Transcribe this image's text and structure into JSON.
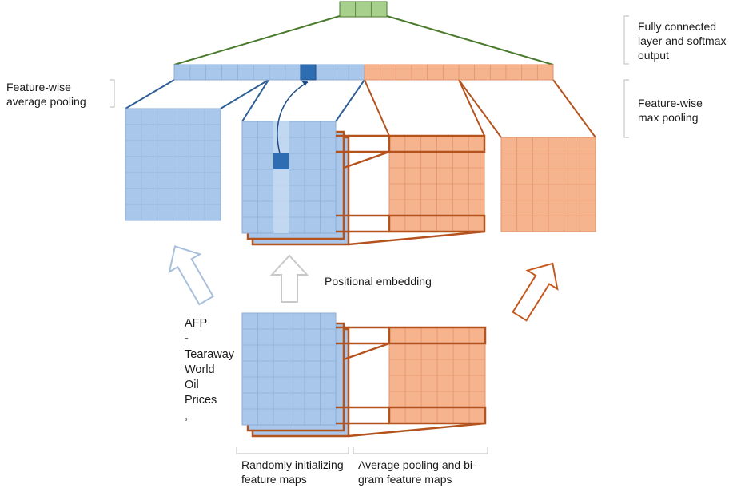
{
  "labels": {
    "fully_connected": "Fully connected\nlayer and softmax\noutput",
    "avg_pooling": "Feature-wise\naverage pooling",
    "max_pooling": "Feature-wise\nmax pooling",
    "positional": "Positional embedding",
    "random_init": "Randomly initializing\nfeature maps",
    "avg_bigram": "Average pooling and bi-\ngram feature maps"
  },
  "input_words": [
    "AFP",
    "-",
    "Tearaway",
    "World",
    "Oil",
    "Prices",
    ","
  ],
  "colors": {
    "blue_fill": "#a9c7ea",
    "blue_stroke": "#2e5f96",
    "blue_grid": "#8eaed6",
    "highlight": "#2f6db3",
    "column": "#c7dbf2",
    "orange_fill": "#f6b48e",
    "orange_stroke": "#b5531f",
    "orange_grid": "#e0926a",
    "green_fill": "#a8d08d",
    "green_stroke": "#4a7a2c",
    "bracket": "#c8c8c8",
    "arrow_blue_outline": "#a9bfdc",
    "arrow_gray_outline": "#c8c8c8",
    "arrow_orange_outline": "#c55a1e"
  },
  "icons": [
    "arrow-up-outline-icon"
  ]
}
